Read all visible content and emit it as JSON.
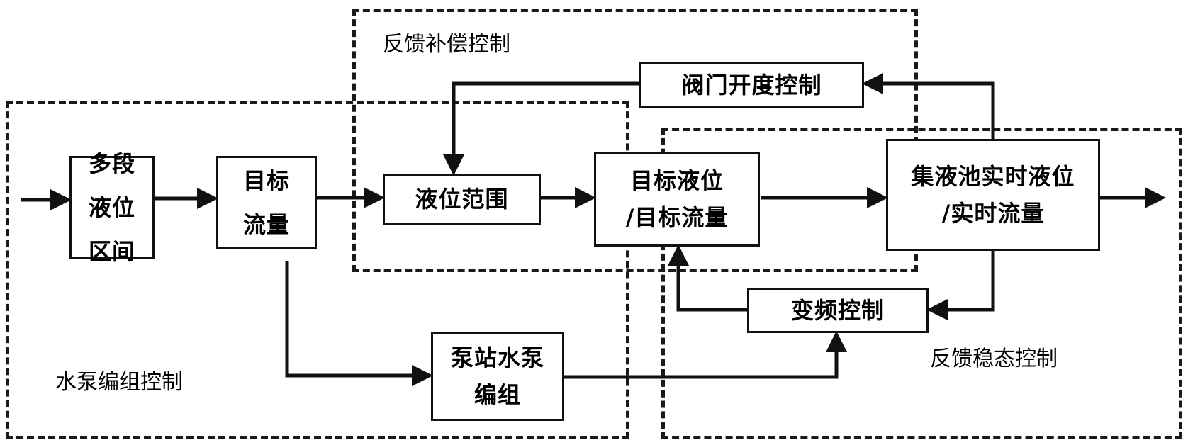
{
  "regions": {
    "pump_group": {
      "label": "水泵编组控制"
    },
    "feedback_compensation": {
      "label": "反馈补偿控制"
    },
    "feedback_steady": {
      "label": "反馈稳态控制"
    }
  },
  "blocks": {
    "multi_level": "多段液位区间",
    "target_flow": "目标流量",
    "level_range": "液位范围",
    "valve_control": "阀门开度控制",
    "target_level_flow_line1": "目标液位",
    "target_level_flow_line2": "/目标流量",
    "sump_line1": "集液池实时液位",
    "sump_line2": "/实时流量",
    "vfd_control": "变频控制",
    "pump_group_line1": "泵站水泵",
    "pump_group_line2": "编组"
  }
}
